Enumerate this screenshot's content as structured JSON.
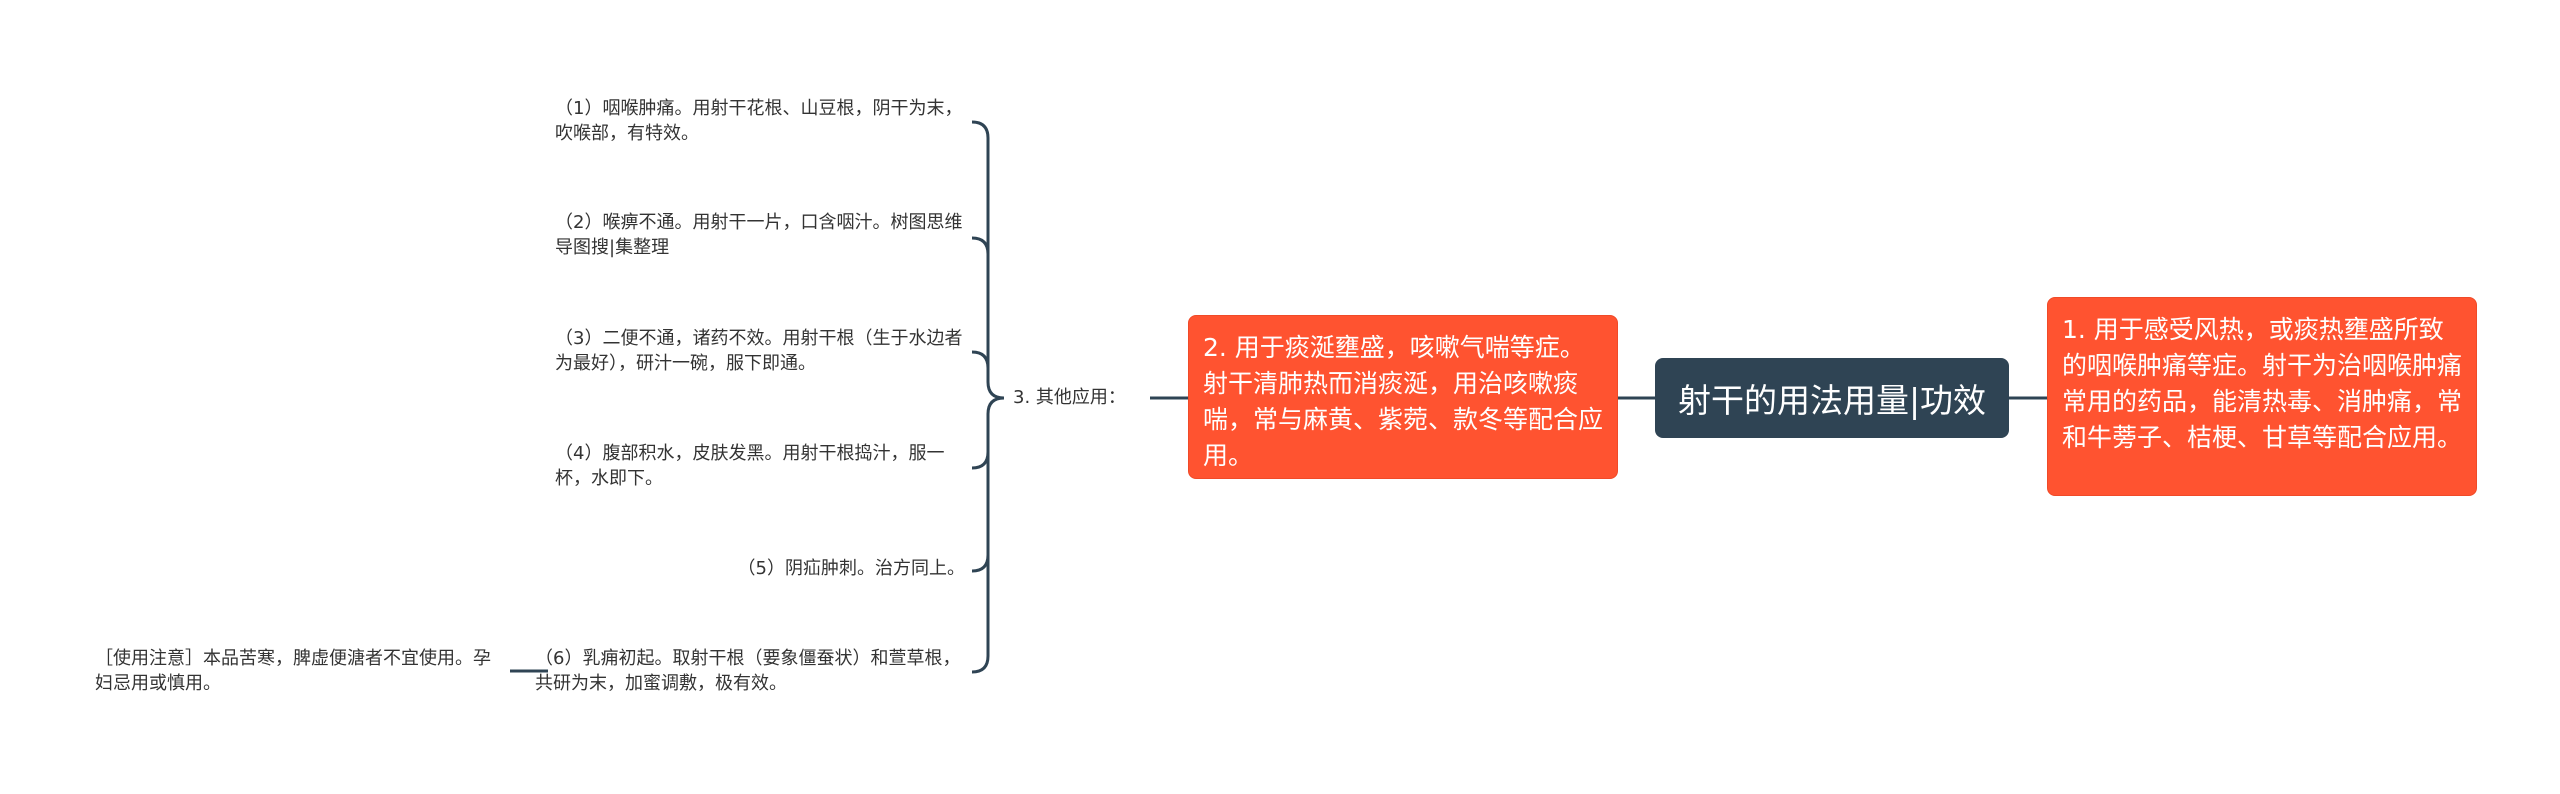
{
  "root": {
    "title": "射干的用法用量|功效"
  },
  "nodes": {
    "effect1": "1. 用于感受风热，或痰热壅盛所致的咽喉肿痛等症。射干为治咽喉肿痛常用的药品，能清热毒、消肿痛，常和牛蒡子、桔梗、甘草等配合应用。",
    "effect2": "2. 用于痰涎壅盛，咳嗽气喘等症。射干清肺热而消痰涎，用治咳嗽痰喘，常与麻黄、紫菀、款冬等配合应用。",
    "effect3": "3. 其他应用："
  },
  "leaves": [
    "（1）咽喉肿痛。用射干花根、山豆根，阴干为末，吹喉部，有特效。",
    "（2）喉痹不通。用射干一片，口含咽汁。树图思维导图搜|集整理",
    "（3）二便不通，诸药不效。用射干根（生于水边者为最好），研汁一碗，服下即通。",
    "（4）腹部积水，皮肤发黑。用射干根捣汁，服一杯，水即下。",
    "（5）阴疝肿刺。治方同上。",
    "（6）乳痈初起。取射干根（要象僵蚕状）和萱草根，共研为末，加蜜调敷，极有效。"
  ],
  "note": "［使用注意］本品苦寒，脾虚便溏者不宜使用。孕妇忌用或慎用。",
  "colors": {
    "root": "#2f4454",
    "branch": "#ff5330",
    "line": "#2f4454"
  }
}
